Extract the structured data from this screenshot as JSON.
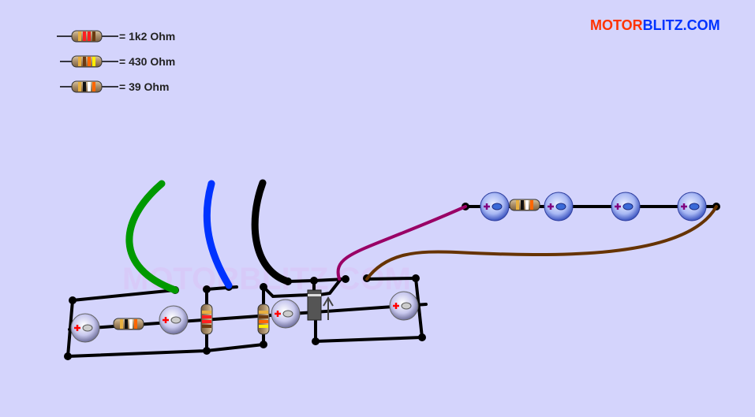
{
  "logo": {
    "part1": "MOTOR",
    "part2": "BLITZ.COM",
    "color1": "#ff3300",
    "color2": "#0033ff"
  },
  "watermark": "MOTORBLITZ.COM",
  "legend": [
    {
      "label": "= 1k2 Ohm",
      "bands": [
        "#e8b040",
        "#ff2020",
        "#ff2020",
        "#6b3a10"
      ]
    },
    {
      "label": "= 430 Ohm",
      "bands": [
        "#e8b040",
        "#6b3a10",
        "#ff6600",
        "#ffee00"
      ]
    },
    {
      "label": "=   39 Ohm",
      "bands": [
        "#e8b040",
        "#111111",
        "#ffffff",
        "#ff6600"
      ]
    }
  ],
  "wire_colors": {
    "green": "#009900",
    "blue": "#0033ff",
    "black": "#000000",
    "magenta": "#990066",
    "brown": "#663300"
  }
}
